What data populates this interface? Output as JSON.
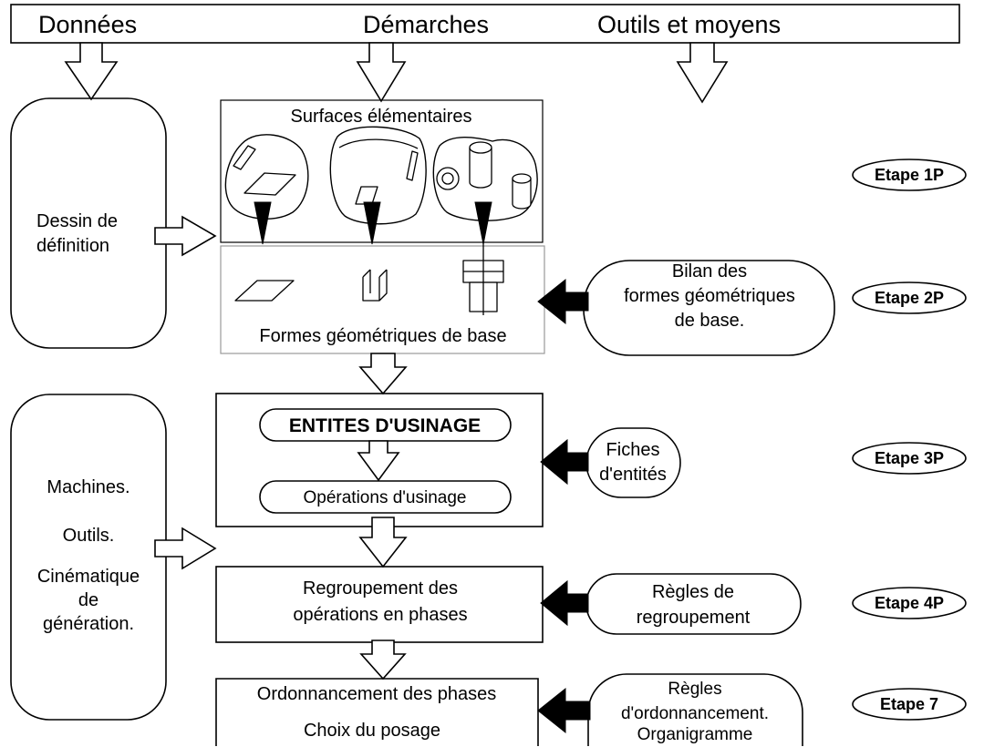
{
  "header": {
    "donnees": "Données",
    "demarches": "Démarches",
    "outils": "Outils et moyens"
  },
  "inputs": {
    "dessin": [
      "Dessin de",
      "définition"
    ],
    "moyens": [
      "Machines.",
      "Outils.",
      "Cinématique",
      "de",
      "génération."
    ]
  },
  "process": {
    "surfaces": "Surfaces élémentaires",
    "formes": "Formes géométriques de base",
    "entites": "ENTITES D'USINAGE",
    "operations": "Opérations d'usinage",
    "regroupement": [
      "Regroupement des",
      "opérations en phases"
    ],
    "ordonnancement": [
      "Ordonnancement des phases",
      "Choix du posage"
    ]
  },
  "tools": {
    "bilan": [
      "Bilan des",
      "formes géométriques",
      "de base."
    ],
    "fiches": [
      "Fiches",
      "d'entités"
    ],
    "regles_regroupement": [
      "Règles de",
      "regroupement"
    ],
    "regles_ordonnancement": [
      "Règles",
      "d'ordonnancement.",
      "Organigramme"
    ]
  },
  "stages": [
    "Etape 1P",
    "Etape 2P",
    "Etape 3P",
    "Etape 4P",
    "Etape 7"
  ]
}
